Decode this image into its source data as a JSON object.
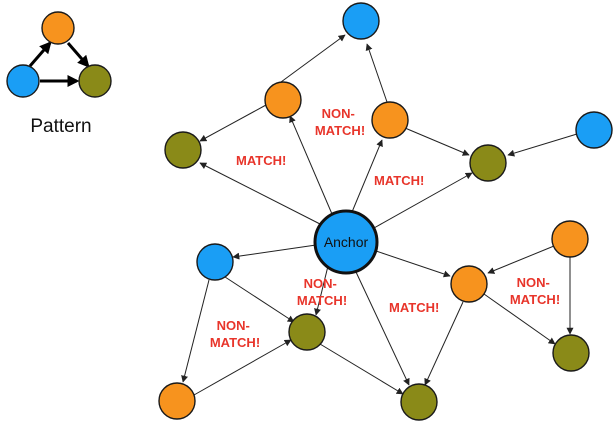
{
  "pattern": {
    "title": "Pattern"
  },
  "anchor": {
    "label": "Anchor"
  },
  "labels": {
    "match_1": "MATCH!",
    "match_2": "MATCH!",
    "match_3": "MATCH!",
    "nonmatch_1": [
      "NON-",
      "MATCH!"
    ],
    "nonmatch_2": [
      "NON-",
      "MATCH!"
    ],
    "nonmatch_3": [
      "NON-",
      "MATCH!"
    ],
    "nonmatch_4": [
      "NON-",
      "MATCH!"
    ]
  },
  "colors": {
    "blue": "#1a9ef5",
    "orange": "#f7931e",
    "olive": "#8a8a18",
    "match_text": "#e8352b"
  }
}
